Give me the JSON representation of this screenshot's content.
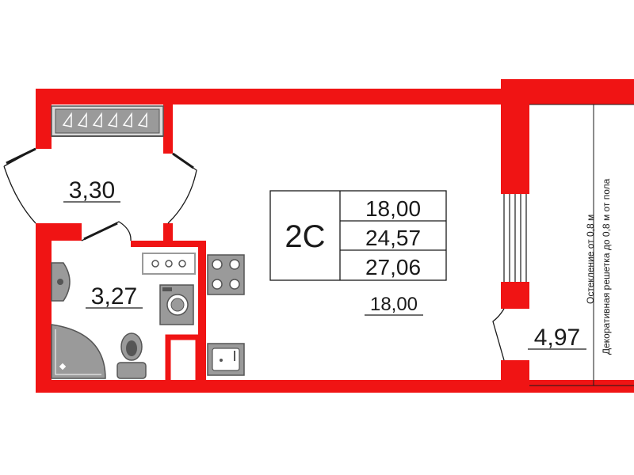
{
  "apartment": {
    "type_code": "2С",
    "areas": {
      "living": "18,00",
      "total": "24,57",
      "total_with_balcony": "27,06"
    }
  },
  "rooms": {
    "entrance_hall": {
      "area": "3,30"
    },
    "bathroom": {
      "area": "3,27"
    },
    "main_room": {
      "area": "18,00"
    },
    "loggia": {
      "area": "4,97"
    }
  },
  "notes": {
    "glazing": "Остекление от 0,8 м",
    "railing": "Декоративная решетка до 0,8 м от пола"
  },
  "colors": {
    "wall": "#f01414",
    "fixture_fill": "#9a9a9a",
    "fixture_stroke": "#555555",
    "text": "#1a1a1a"
  }
}
